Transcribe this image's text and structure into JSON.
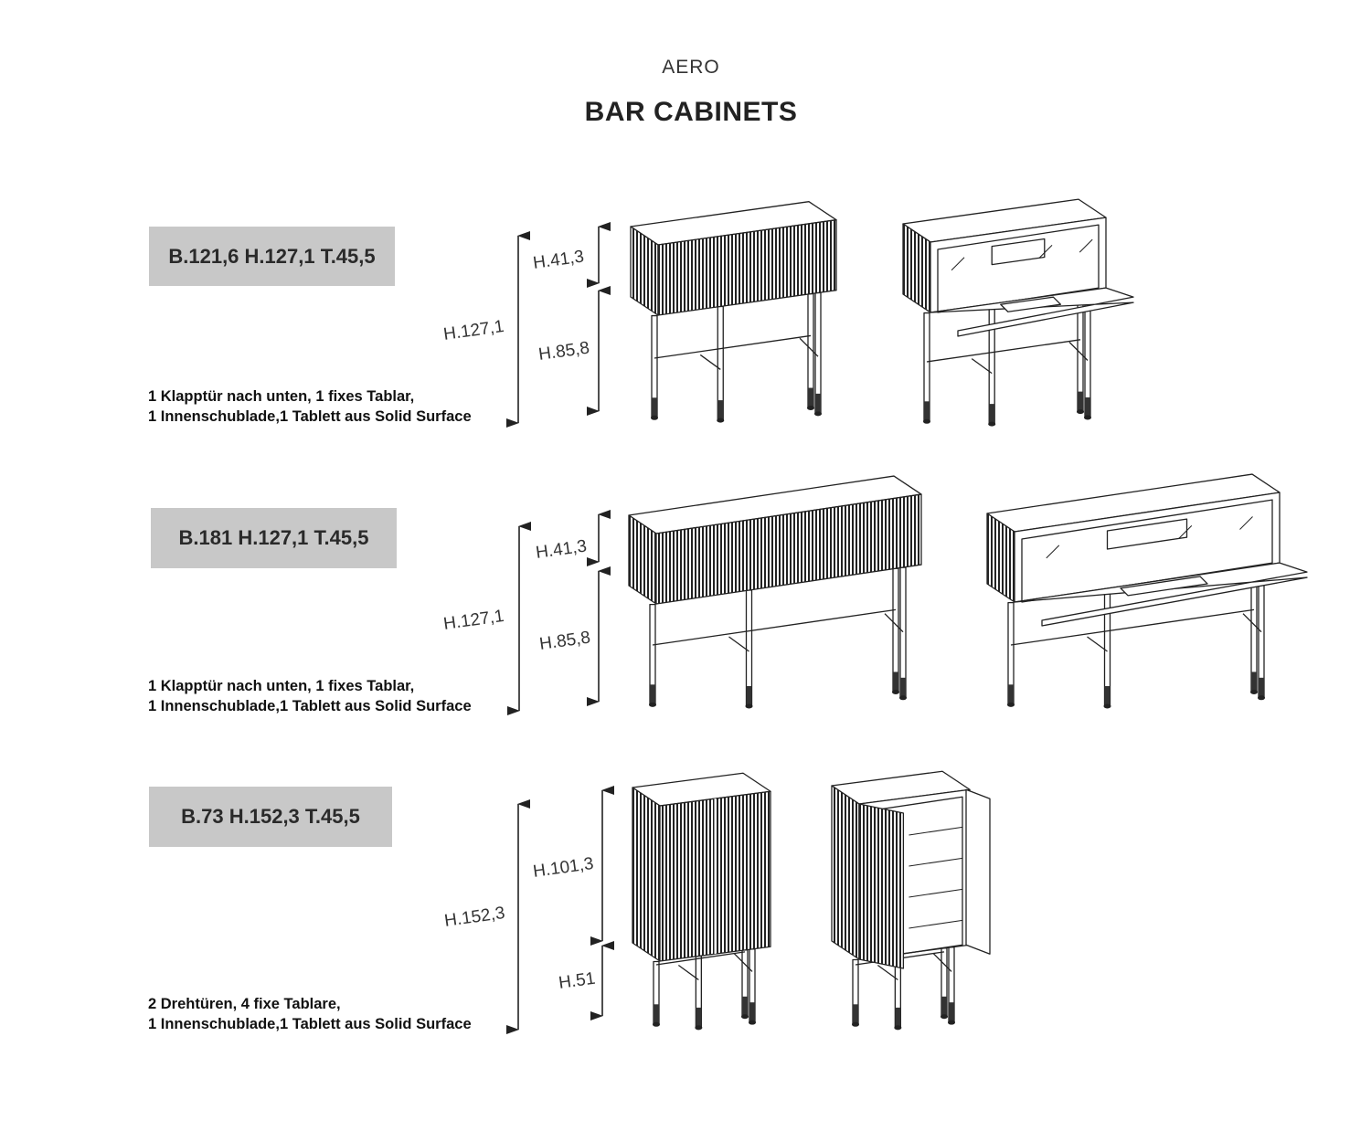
{
  "header": {
    "brand": "AERO",
    "title": "BAR CABINETS"
  },
  "products": [
    {
      "dimensions": "B.121,6 H.127,1 T.45,5",
      "description": [
        "1 Klapptür nach unten, 1 fixes Tablar,",
        "1 Innenschublade,1 Tablett aus Solid Surface"
      ],
      "total_height_label": "H.127,1",
      "upper_height_label": "H.41,3",
      "lower_height_label": "H.85,8"
    },
    {
      "dimensions": "B.181 H.127,1 T.45,5",
      "description": [
        "1 Klapptür nach unten, 1 fixes Tablar,",
        "1 Innenschublade,1 Tablett aus Solid Surface"
      ],
      "total_height_label": "H.127,1",
      "upper_height_label": "H.41,3",
      "lower_height_label": "H.85,8"
    },
    {
      "dimensions": "B.73 H.152,3 T.45,5",
      "description": [
        "2 Drehtüren, 4 fixe Tablare,",
        "1 Innenschublade,1 Tablett aus Solid Surface"
      ],
      "total_height_label": "H.152,3",
      "upper_height_label": "H.101,3",
      "lower_height_label": "H.51"
    }
  ],
  "colors": {
    "label_box": "#c8c8c8",
    "ink": "#222222"
  }
}
